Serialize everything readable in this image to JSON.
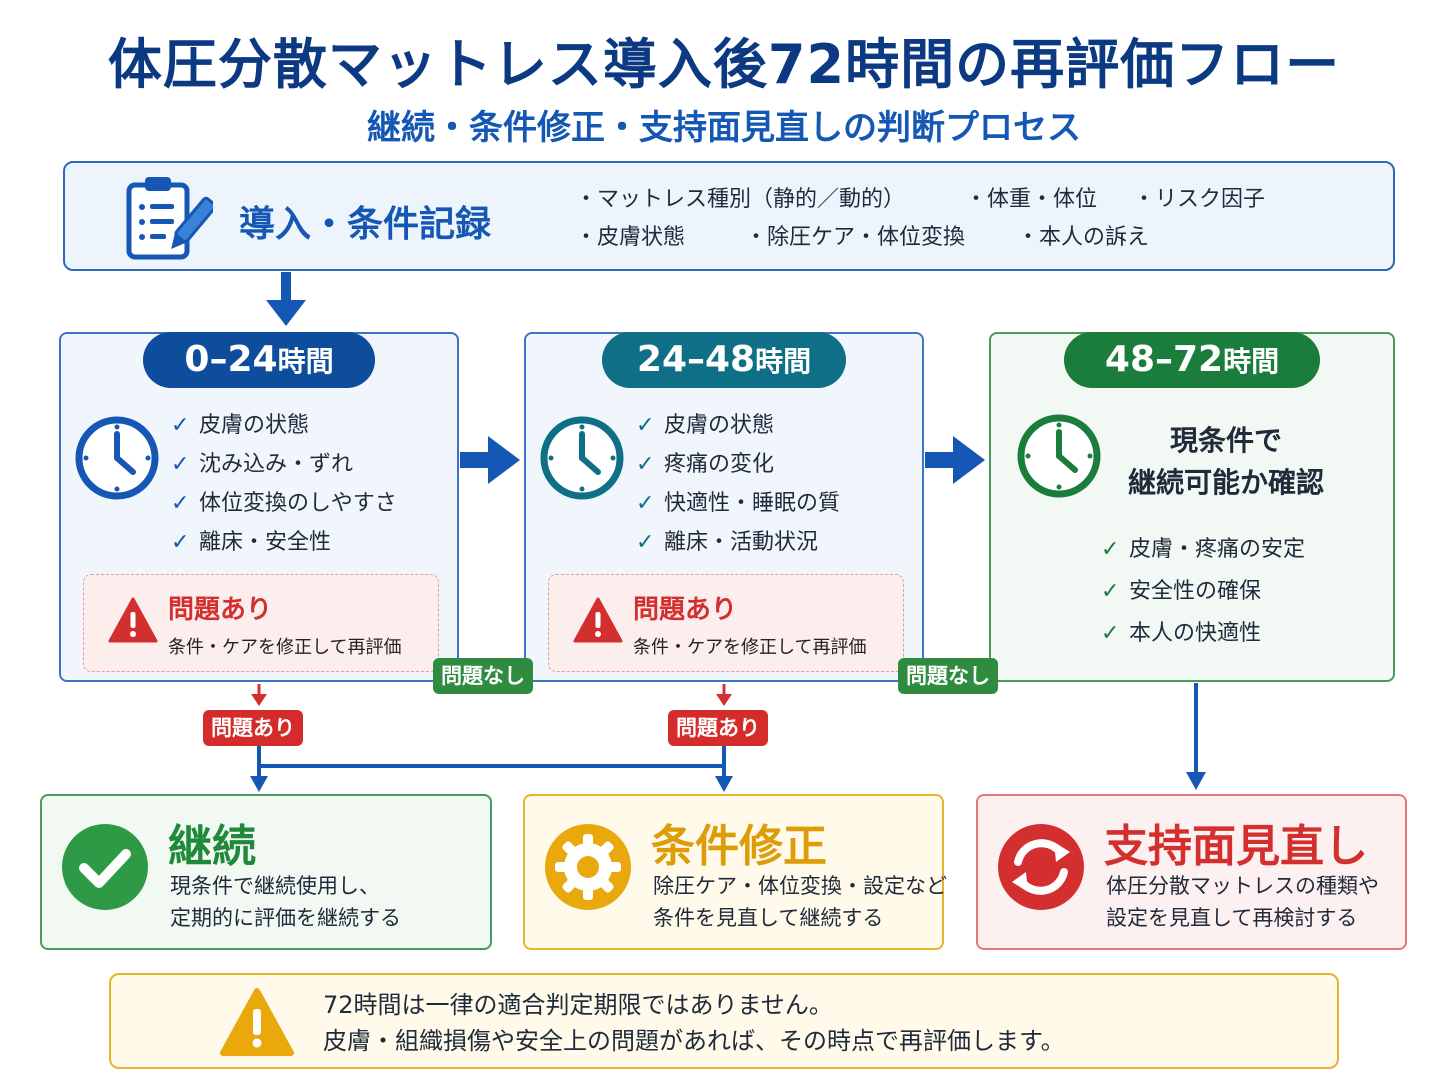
{
  "title": "体圧分散マットレス導入後72時間の再評価フロー",
  "subtitle": "継続・条件修正・支持面見直しの判断プロセス",
  "intro": {
    "title": "導入・条件記録",
    "items_row1": [
      "・マットレス種別（静的／動的）",
      "・体重・体位",
      "・リスク因子"
    ],
    "items_row2": [
      "・皮膚状態",
      "・除圧ケア・体位変換",
      "・本人の訴え"
    ]
  },
  "phases": [
    {
      "time_num": "0–24",
      "time_unit": "時間",
      "checks": [
        "皮膚の状態",
        "沈み込み・ずれ",
        "体位変換のしやすさ",
        "離床・安全性"
      ],
      "problem_title": "問題あり",
      "problem_desc": "条件・ケアを修正して再評価"
    },
    {
      "time_num": "24–48",
      "time_unit": "時間",
      "checks": [
        "皮膚の状態",
        "疼痛の変化",
        "快適性・睡眠の質",
        "離床・活動状況"
      ],
      "problem_title": "問題あり",
      "problem_desc": "条件・ケアを修正して再評価"
    },
    {
      "time_num": "48–72",
      "time_unit": "時間",
      "heading_line1": "現条件で",
      "heading_line2": "継続可能か確認",
      "checks": [
        "皮膚・疼痛の安定",
        "安全性の確保",
        "本人の快適性"
      ]
    }
  ],
  "tags": {
    "no_problem_1": "問題なし",
    "no_problem_2": "問題なし",
    "problem_1": "問題あり",
    "problem_2": "問題あり"
  },
  "outcomes": [
    {
      "title": "継続",
      "line1": "現条件で継続使用し、",
      "line2": "定期的に評価を継続する",
      "icon": "check-circle-icon",
      "color": "#2e9a45"
    },
    {
      "title": "条件修正",
      "line1": "除圧ケア・体位変換・設定など",
      "line2": "条件を見直して継続する",
      "icon": "gear-icon",
      "color": "#e9a80c"
    },
    {
      "title": "支持面見直し",
      "line1": "体圧分散マットレスの種類や",
      "line2": "設定を見直して再検討する",
      "icon": "refresh-icon",
      "color": "#d32f2f"
    }
  ],
  "note": {
    "line1": "72時間は一律の適合判定期限ではありません。",
    "line2": "皮膚・組織損傷や安全上の問題があれば、その時点で再評価します。",
    "icon": "warning-icon"
  },
  "colors": {
    "blue": "#1457b4",
    "teal": "#0f6f86",
    "green": "#1a7d3b",
    "red": "#d32f2f",
    "amber": "#e9a80c"
  }
}
